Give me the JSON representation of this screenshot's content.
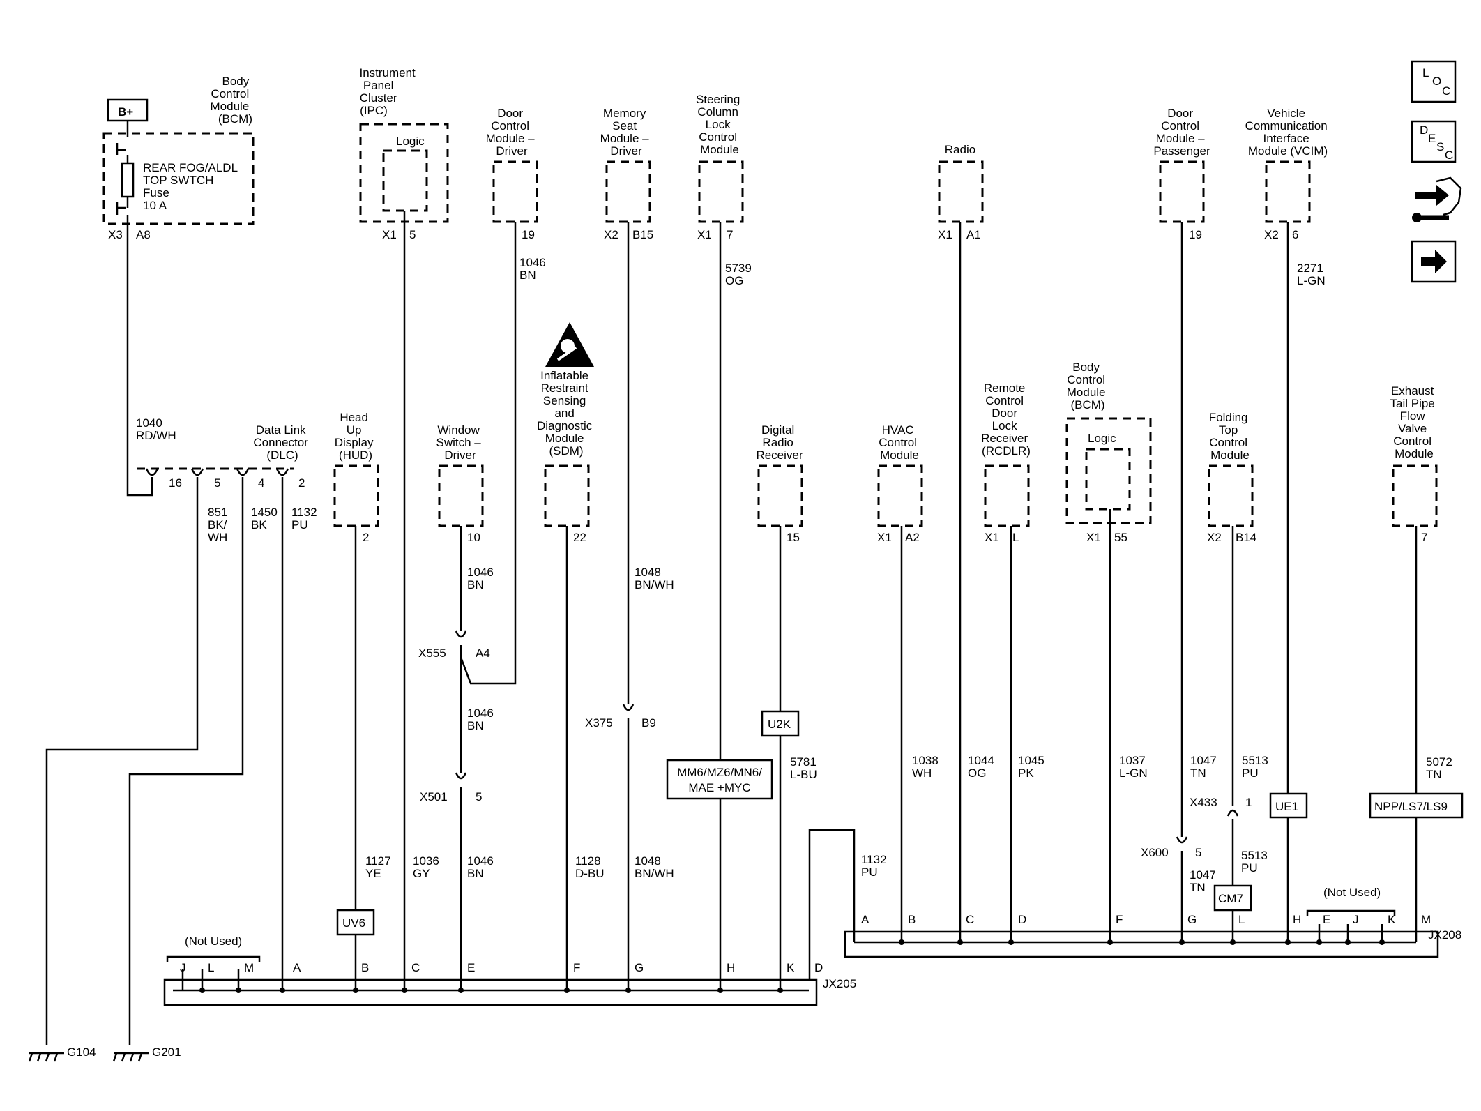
{
  "nav": {
    "loc_label_l": "L",
    "loc_label_o": "O",
    "loc_label_c": "C",
    "desc_label_d": "D",
    "desc_label_e": "E",
    "desc_label_s": "S",
    "desc_label_c": "C"
  },
  "top_modules": [
    {
      "id": "bcm",
      "name": [
        "Body",
        "Control",
        "Module",
        "(BCM)"
      ],
      "pins": [
        "X3",
        "A8"
      ]
    },
    {
      "id": "ipc",
      "name": [
        "Instrument",
        "Panel",
        "Cluster",
        "(IPC)"
      ],
      "inner": "Logic",
      "pins": [
        "X1",
        "5"
      ]
    },
    {
      "id": "dcm-d",
      "name": [
        "Door",
        "Control",
        "Module –",
        "Driver"
      ],
      "pins": [
        "",
        "19"
      ]
    },
    {
      "id": "msm-d",
      "name": [
        "Memory",
        "Seat",
        "Module –",
        "Driver"
      ],
      "pins": [
        "X2",
        "B15"
      ]
    },
    {
      "id": "sclcm",
      "name": [
        "Steering",
        "Column",
        "Lock",
        "Control",
        "Module"
      ],
      "pins": [
        "X1",
        "7"
      ]
    },
    {
      "id": "radio",
      "name": [
        "Radio"
      ],
      "pins": [
        "X1",
        "A1"
      ]
    },
    {
      "id": "dcm-p",
      "name": [
        "Door",
        "Control",
        "Module –",
        "Passenger"
      ],
      "pins": [
        "",
        "19"
      ]
    },
    {
      "id": "vcim",
      "name": [
        "Vehicle",
        "Communication",
        "Interface",
        "Module (VCIM)"
      ],
      "pins": [
        "X2",
        "6"
      ]
    }
  ],
  "bplus": "B+",
  "fuse": [
    "REAR FOG/ALDL",
    "TOP SWTCH",
    "Fuse",
    "10 A"
  ],
  "mid_modules": [
    {
      "id": "dlc",
      "name": [
        "Data Link",
        "Connector",
        "(DLC)"
      ]
    },
    {
      "id": "hud",
      "name": [
        "Head",
        "Up",
        "Display",
        "(HUD)"
      ],
      "pins": [
        "",
        "2"
      ]
    },
    {
      "id": "ws-d",
      "name": [
        "Window",
        "Switch –",
        "Driver"
      ],
      "pins": [
        "",
        "10"
      ]
    },
    {
      "id": "sdm",
      "name": [
        "Inflatable",
        "Restraint",
        "Sensing",
        "and",
        "Diagnostic",
        "Module",
        "(SDM)"
      ],
      "pins": [
        "",
        "22"
      ]
    },
    {
      "id": "drr",
      "name": [
        "Digital",
        "Radio",
        "Receiver"
      ],
      "pins": [
        "",
        "15"
      ]
    },
    {
      "id": "hvac",
      "name": [
        "HVAC",
        "Control",
        "Module"
      ],
      "pins": [
        "X1",
        "A2"
      ]
    },
    {
      "id": "rcdlr",
      "name": [
        "Remote",
        "Control",
        "Door",
        "Lock",
        "Receiver",
        "(RCDLR)"
      ],
      "pins": [
        "X1",
        "L"
      ]
    },
    {
      "id": "bcm2",
      "name": [
        "Body",
        "Control",
        "Module",
        "(BCM)"
      ],
      "inner": "Logic",
      "pins": [
        "X1",
        "55"
      ]
    },
    {
      "id": "ftcm",
      "name": [
        "Folding",
        "Top",
        "Control",
        "Module"
      ],
      "pins": [
        "X2",
        "B14"
      ]
    },
    {
      "id": "etpfv",
      "name": [
        "Exhaust",
        "Tail Pipe",
        "Flow",
        "Valve",
        "Control",
        "Module"
      ],
      "pins": [
        "",
        "7"
      ]
    }
  ],
  "dlc_pins": [
    "16",
    "5",
    "4",
    "2"
  ],
  "wires": {
    "w1040": [
      "1040",
      "RD/WH"
    ],
    "w851": [
      "851",
      "BK/",
      "WH"
    ],
    "w1450": [
      "1450",
      "BK"
    ],
    "w1132a": [
      "1132",
      "PU"
    ],
    "w1046a": [
      "1046",
      "BN"
    ],
    "w1048a": [
      "1048",
      "BN/WH"
    ],
    "w5739": [
      "5739",
      "OG"
    ],
    "w2271": [
      "2271",
      "L-GN"
    ],
    "w1046b": [
      "1046",
      "BN"
    ],
    "w1046c": [
      "1046",
      "BN"
    ],
    "w1046d": [
      "1046",
      "BN"
    ],
    "w1127": [
      "1127",
      "YE"
    ],
    "w1036": [
      "1036",
      "GY"
    ],
    "w1128": [
      "1128",
      "D-BU"
    ],
    "w1048b": [
      "1048",
      "BN/WH"
    ],
    "w5781": [
      "5781",
      "L-BU"
    ],
    "w1132b": [
      "1132",
      "PU"
    ],
    "w1038": [
      "1038",
      "WH"
    ],
    "w1044": [
      "1044",
      "OG"
    ],
    "w1045": [
      "1045",
      "PK"
    ],
    "w1037": [
      "1037",
      "L-GN"
    ],
    "w1047a": [
      "1047",
      "TN"
    ],
    "w5513a": [
      "5513",
      "PU"
    ],
    "w1047b": [
      "1047",
      "TN"
    ],
    "w5513b": [
      "5513",
      "PU"
    ],
    "w5072": [
      "5072",
      "TN"
    ]
  },
  "connectors": {
    "x555": [
      "X555",
      "A4"
    ],
    "x375": [
      "X375",
      "B9"
    ],
    "x501": [
      "X501",
      "5"
    ],
    "x433": [
      "X433",
      "1"
    ],
    "x600": [
      "X600",
      "5"
    ]
  },
  "options": {
    "u2k": "U2K",
    "mm6": [
      "MM6/MZ6/MN6/",
      "MAE +MYC"
    ],
    "ue1": "UE1",
    "npp": "NPP/LS7/LS9",
    "uv6": "UV6",
    "cm7": "CM7"
  },
  "splice1": {
    "name": "JX205",
    "not_used": "(Not Used)",
    "pins": [
      "J",
      "L",
      "M",
      "A",
      "B",
      "C",
      "E",
      "F",
      "G",
      "H",
      "K",
      "D"
    ]
  },
  "splice2": {
    "name": "JX208",
    "not_used": "(Not Used)",
    "pins": [
      "A",
      "B",
      "C",
      "D",
      "F",
      "G",
      "L",
      "H",
      "E",
      "J",
      "K",
      "M"
    ]
  },
  "grounds": [
    "G104",
    "G201"
  ]
}
